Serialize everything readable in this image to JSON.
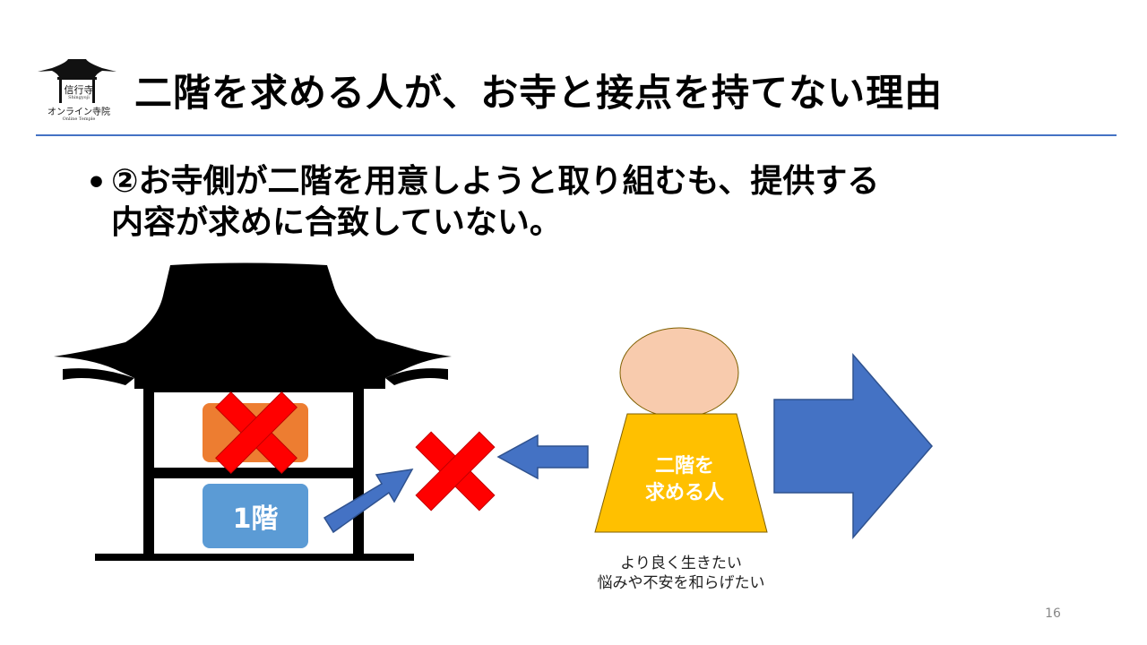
{
  "header": {
    "logo_name": "信行寺",
    "logo_romaji": "Shingyoji",
    "logo_sub": "オンライン寺院",
    "logo_en": "Online Temple",
    "title": "二階を求める人が、お寺と接点を持てない理由"
  },
  "bullet": {
    "marker": "•",
    "line1": "②お寺側が二階を用意しようと取り組むも、提供する",
    "line2": "内容が求めに合致していない。"
  },
  "diagram": {
    "floor1_label": "1階",
    "person_label_line1": "二階を",
    "person_label_line2": "求める人",
    "caption_line1": "より良く生きたい",
    "caption_line2": "悩みや不安を和らげたい",
    "colors": {
      "floor1": "#5b9bd5",
      "floor2": "#ed7d31",
      "person_body": "#ffc000",
      "person_head": "#f8cbad",
      "arrow": "#4472c4",
      "cross": "#ff0000"
    }
  },
  "footer": {
    "page_number": "16"
  }
}
